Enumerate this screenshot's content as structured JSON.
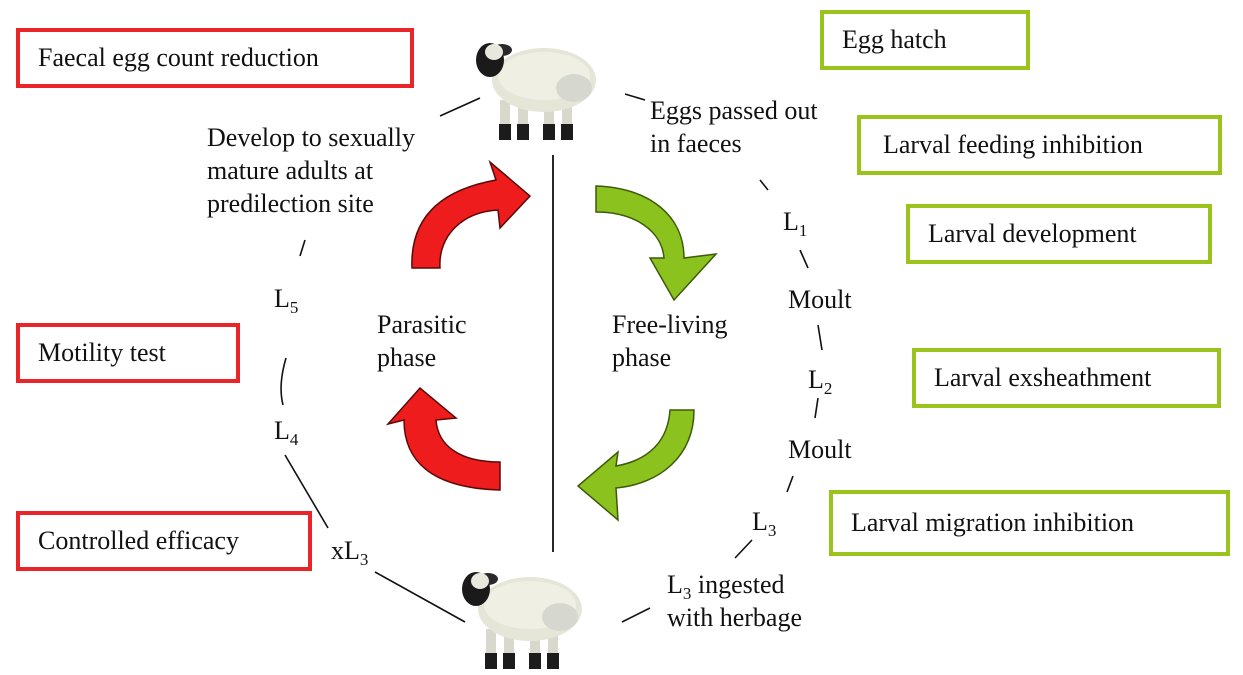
{
  "phases": {
    "parasitic": [
      "Parasitic",
      "phase"
    ],
    "free_living": [
      "Free-living",
      "phase"
    ]
  },
  "cycle_labels": {
    "eggs_passed": [
      "Eggs passed out",
      "in faeces"
    ],
    "develop": [
      "Develop to sexually",
      "mature adults at",
      "predilection site"
    ],
    "l3_ingested": [
      "ingested",
      "with herbage"
    ],
    "moult": "Moult",
    "stages": {
      "L_letter": "L",
      "l1_sub": "1",
      "l2_sub": "2",
      "l3_sub": "3",
      "l4_sub": "4",
      "l5_sub": "5",
      "x_prefix": "x"
    }
  },
  "in_vivo_tests": [
    "Faecal egg count reduction",
    "Motility test",
    "Controlled efficacy"
  ],
  "in_vitro_tests": [
    "Egg hatch",
    "Larval feeding inhibition",
    "Larval development",
    "Larval exsheathment",
    "Larval migration inhibition"
  ],
  "colors": {
    "in_vivo_border": "#e8262a",
    "in_vitro_border": "#9ac31c",
    "parasitic_arrow": "#ee1c1c",
    "free_living_arrow": "#8cc21e"
  },
  "icons": {
    "host_top": "sheep-icon",
    "host_bottom": "sheep-icon"
  }
}
